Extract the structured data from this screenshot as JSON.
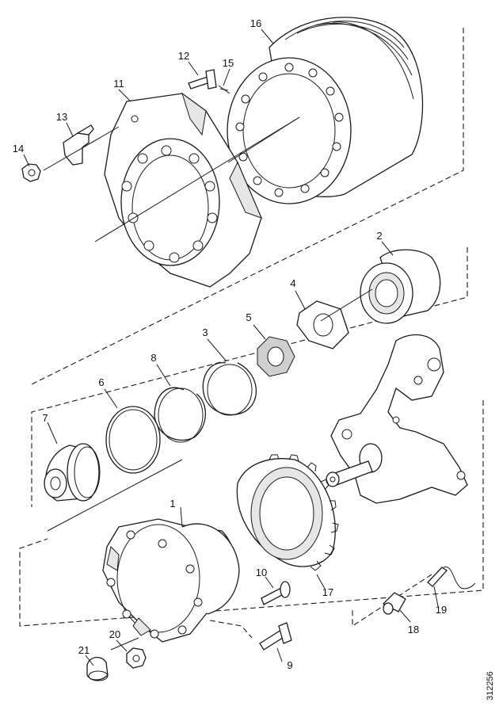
{
  "callouts": [
    {
      "id": "label-1",
      "text": "1"
    },
    {
      "id": "label-2",
      "text": "2"
    },
    {
      "id": "label-3",
      "text": "3"
    },
    {
      "id": "label-4",
      "text": "4"
    },
    {
      "id": "label-5",
      "text": "5"
    },
    {
      "id": "label-6",
      "text": "6"
    },
    {
      "id": "label-7",
      "text": "7"
    },
    {
      "id": "label-8",
      "text": "8"
    },
    {
      "id": "label-9",
      "text": "9"
    },
    {
      "id": "label-10",
      "text": "10"
    },
    {
      "id": "label-11",
      "text": "11"
    },
    {
      "id": "label-12",
      "text": "12"
    },
    {
      "id": "label-13",
      "text": "13"
    },
    {
      "id": "label-14",
      "text": "14"
    },
    {
      "id": "label-15",
      "text": "15"
    },
    {
      "id": "label-16",
      "text": "16"
    },
    {
      "id": "label-17",
      "text": "17"
    },
    {
      "id": "label-18",
      "text": "18"
    },
    {
      "id": "label-19",
      "text": "19"
    },
    {
      "id": "label-20",
      "text": "20"
    },
    {
      "id": "label-21",
      "text": "21"
    }
  ],
  "document_number": "312256"
}
